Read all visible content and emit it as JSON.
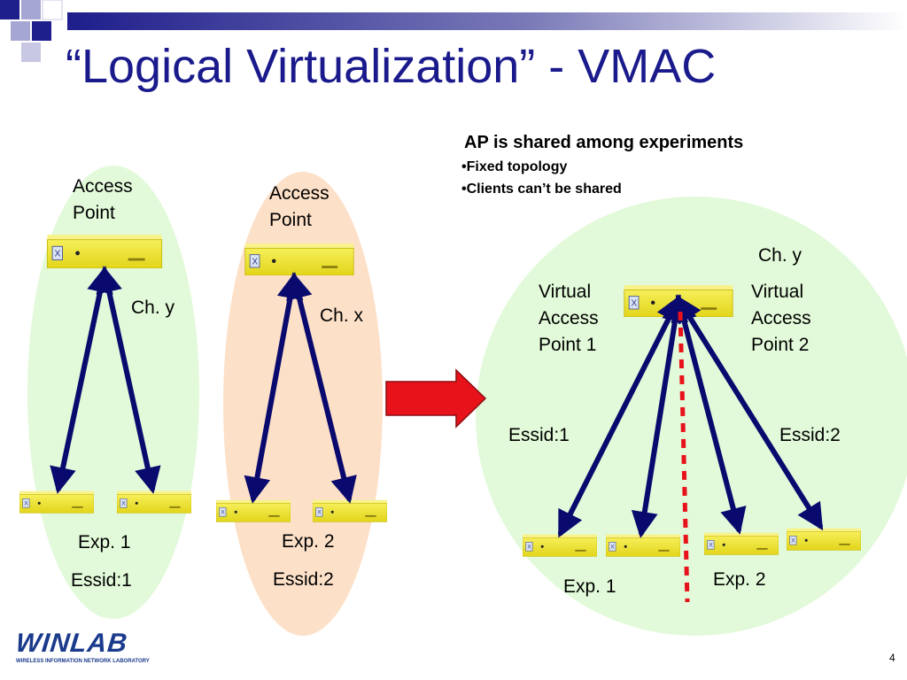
{
  "slide": {
    "title": "“Logical Virtualization” - VMAC",
    "page_number": "4"
  },
  "left": {
    "ap_label_1": "Access",
    "ap_label_2": "Point",
    "channel": "Ch. y",
    "exp": "Exp. 1",
    "essid": "Essid:1"
  },
  "middle": {
    "ap_label_1": "Access",
    "ap_label_2": "Point",
    "channel": "Ch. x",
    "exp": "Exp. 2",
    "essid": "Essid:2"
  },
  "info": {
    "heading": "AP is shared among experiments",
    "bullets": [
      "•Fixed topology",
      "•Clients can’t be shared"
    ]
  },
  "right": {
    "channel": "Ch. y",
    "vap1": [
      "Virtual",
      "Access",
      "Point 1"
    ],
    "vap2": [
      "Virtual",
      "Access",
      "Point 2"
    ],
    "essid1": "Essid:1",
    "essid2": "Essid:2",
    "exp1": "Exp. 1",
    "exp2": "Exp. 2"
  },
  "logo": {
    "name": "WINLAB",
    "tagline": "WIRELESS INFORMATION NETWORK LABORATORY"
  },
  "colors": {
    "title": "#1a1a8c",
    "green_region": "#e2fad9",
    "peach_region": "#fde0c8",
    "arrow_navy": "#0a0a6e",
    "red_arrow": "#e8121b",
    "device_yellow": "#f2e82a"
  }
}
